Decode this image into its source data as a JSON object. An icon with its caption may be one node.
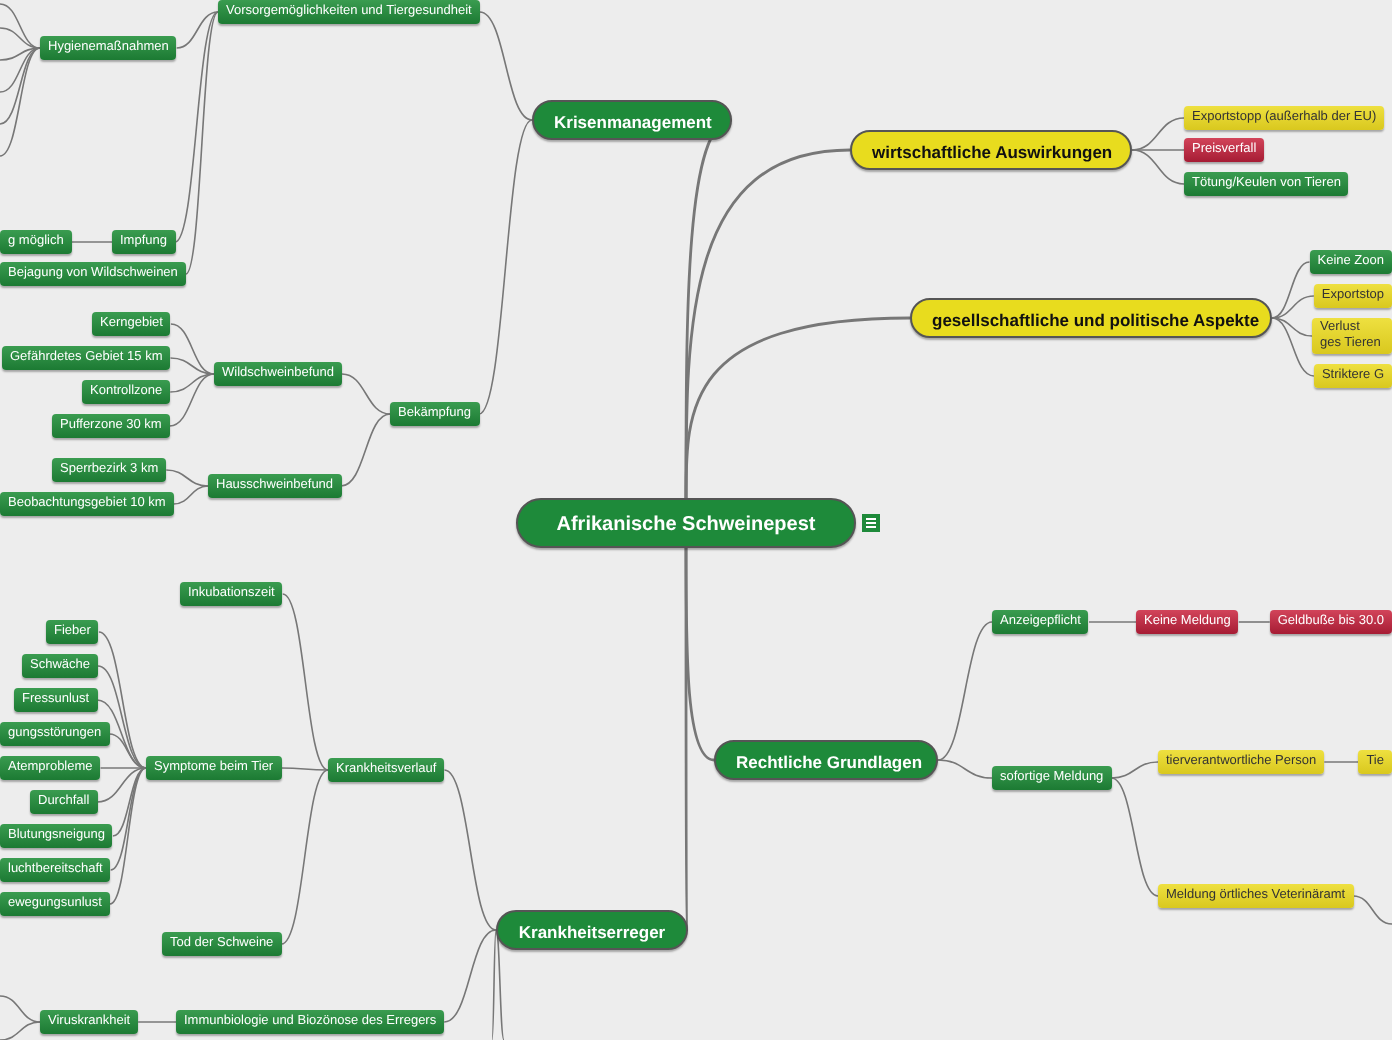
{
  "diagram": {
    "nodes": [
      {
        "text": [
          "Afrikanische Schweinepest"
        ]
      },
      {
        "text": [
          "Krisenmanagement"
        ]
      },
      {
        "text": [
          "Vorsorgemöglichkeiten und Tiergesundheit"
        ]
      },
      {
        "text": [
          "Hygienemaßnahmen"
        ]
      },
      {
        "text": [
          "Impfung"
        ]
      },
      {
        "text": [
          "g möglich"
        ]
      },
      {
        "text": [
          "Bejagung von Wildschweinen"
        ]
      },
      {
        "text": [
          "Bekämpfung"
        ]
      },
      {
        "text": [
          "Wildschweinbefund"
        ]
      },
      {
        "text": [
          "Kerngebiet"
        ]
      },
      {
        "text": [
          "Gefährdetes Gebiet 15 km"
        ]
      },
      {
        "text": [
          "Kontrollzone"
        ]
      },
      {
        "text": [
          "Pufferzone 30 km"
        ]
      },
      {
        "text": [
          "Hausschweinbefund"
        ]
      },
      {
        "text": [
          "Sperrbezirk 3 km"
        ]
      },
      {
        "text": [
          "Beobachtungsgebiet 10 km"
        ]
      },
      {
        "text": [
          "wirtschaftliche Auswirkungen"
        ]
      },
      {
        "text": [
          "Exportstopp (außerhalb der EU)"
        ]
      },
      {
        "text": [
          "Preisverfall"
        ]
      },
      {
        "text": [
          "Tötung/Keulen von Tieren"
        ]
      },
      {
        "text": [
          "gesellschaftliche und politische Aspekte"
        ]
      },
      {
        "text": [
          "Keine Zoon"
        ]
      },
      {
        "text": [
          "Exportstop"
        ]
      },
      {
        "text": [
          "Verlust ges Tieren"
        ]
      },
      {
        "text": [
          "Striktere G"
        ]
      },
      {
        "text": [
          "Rechtliche Grundlagen"
        ]
      },
      {
        "text": [
          "Anzeigepflicht"
        ]
      },
      {
        "text": [
          "Keine Meldung"
        ]
      },
      {
        "text": [
          "Geldbuße bis 30.0"
        ]
      },
      {
        "text": [
          "sofortige Meldung"
        ]
      },
      {
        "text": [
          "tierverantwortliche Person"
        ]
      },
      {
        "text": [
          "Tie"
        ]
      },
      {
        "text": [
          "Meldung örtliches Veterinäramt"
        ]
      },
      {
        "text": [
          "Krankheitserreger"
        ]
      },
      {
        "text": [
          "Krankheitsverlauf"
        ]
      },
      {
        "text": [
          "Inkubationszeit"
        ]
      },
      {
        "text": [
          "Symptome beim Tier"
        ]
      },
      {
        "text": [
          "Fieber"
        ]
      },
      {
        "text": [
          "Schwäche"
        ]
      },
      {
        "text": [
          "Fressunlust"
        ]
      },
      {
        "text": [
          "gungsstörungen"
        ]
      },
      {
        "text": [
          "Atemprobleme"
        ]
      },
      {
        "text": [
          "Durchfall"
        ]
      },
      {
        "text": [
          "Blutungsneigung"
        ]
      },
      {
        "text": [
          "luchtbereitschaft"
        ]
      },
      {
        "text": [
          "ewegungsunlust"
        ]
      },
      {
        "text": [
          "Tod der Schweine"
        ]
      },
      {
        "text": [
          "Immunbiologie und Biozönose des Erregers"
        ]
      },
      {
        "text": [
          "Viruskrankheit"
        ]
      }
    ],
    "edges": [
      {
        "from": 0,
        "to": 1,
        "arrow": "none"
      },
      {
        "from": 0,
        "to": 16,
        "arrow": "none"
      },
      {
        "from": 0,
        "to": 20,
        "arrow": "none"
      },
      {
        "from": 0,
        "to": 25,
        "arrow": "none"
      },
      {
        "from": 0,
        "to": 33,
        "arrow": "none"
      },
      {
        "from": 1,
        "to": 2,
        "arrow": "none"
      },
      {
        "from": 1,
        "to": 7,
        "arrow": "none"
      },
      {
        "from": 2,
        "to": 3,
        "arrow": "none"
      },
      {
        "from": 2,
        "to": 4,
        "arrow": "none"
      },
      {
        "from": 2,
        "to": 6,
        "arrow": "none"
      },
      {
        "from": 4,
        "to": 5,
        "arrow": "none"
      },
      {
        "from": 7,
        "to": 8,
        "arrow": "none"
      },
      {
        "from": 7,
        "to": 13,
        "arrow": "none"
      },
      {
        "from": 8,
        "to": 9,
        "arrow": "none"
      },
      {
        "from": 8,
        "to": 10,
        "arrow": "none"
      },
      {
        "from": 8,
        "to": 11,
        "arrow": "none"
      },
      {
        "from": 8,
        "to": 12,
        "arrow": "none"
      },
      {
        "from": 13,
        "to": 14,
        "arrow": "none"
      },
      {
        "from": 13,
        "to": 15,
        "arrow": "none"
      },
      {
        "from": 16,
        "to": 17,
        "arrow": "none"
      },
      {
        "from": 16,
        "to": 18,
        "arrow": "none"
      },
      {
        "from": 16,
        "to": 19,
        "arrow": "none"
      },
      {
        "from": 20,
        "to": 21,
        "arrow": "none"
      },
      {
        "from": 20,
        "to": 22,
        "arrow": "none"
      },
      {
        "from": 20,
        "to": 23,
        "arrow": "none"
      },
      {
        "from": 20,
        "to": 24,
        "arrow": "none"
      },
      {
        "from": 25,
        "to": 26,
        "arrow": "none"
      },
      {
        "from": 25,
        "to": 29,
        "arrow": "none"
      },
      {
        "from": 26,
        "to": 27,
        "arrow": "none"
      },
      {
        "from": 27,
        "to": 28,
        "arrow": "none"
      },
      {
        "from": 29,
        "to": 30,
        "arrow": "none"
      },
      {
        "from": 29,
        "to": 32,
        "arrow": "none"
      },
      {
        "from": 30,
        "to": 31,
        "arrow": "none"
      },
      {
        "from": 33,
        "to": 34,
        "arrow": "none"
      },
      {
        "from": 33,
        "to": 47,
        "arrow": "none"
      },
      {
        "from": 34,
        "to": 35,
        "arrow": "none"
      },
      {
        "from": 34,
        "to": 36,
        "arrow": "none"
      },
      {
        "from": 34,
        "to": 46,
        "arrow": "none"
      },
      {
        "from": 36,
        "to": 37,
        "arrow": "none"
      },
      {
        "from": 36,
        "to": 38,
        "arrow": "none"
      },
      {
        "from": 36,
        "to": 39,
        "arrow": "none"
      },
      {
        "from": 36,
        "to": 40,
        "arrow": "none"
      },
      {
        "from": 36,
        "to": 41,
        "arrow": "none"
      },
      {
        "from": 36,
        "to": 42,
        "arrow": "none"
      },
      {
        "from": 36,
        "to": 43,
        "arrow": "none"
      },
      {
        "from": 36,
        "to": 44,
        "arrow": "none"
      },
      {
        "from": 36,
        "to": 45,
        "arrow": "none"
      },
      {
        "from": 47,
        "to": 48,
        "arrow": "none"
      },
      {
        "from": 3,
        "to": null,
        "arrow": "none"
      },
      {
        "from": 3,
        "to": null,
        "arrow": "none"
      },
      {
        "from": 3,
        "to": null,
        "arrow": "none"
      },
      {
        "from": 3,
        "to": null,
        "arrow": "none"
      },
      {
        "from": 3,
        "to": null,
        "arrow": "none"
      },
      {
        "from": 3,
        "to": null,
        "arrow": "none"
      },
      {
        "from": 48,
        "to": null,
        "arrow": "none"
      },
      {
        "from": 48,
        "to": null,
        "arrow": "none"
      },
      {
        "from": 33,
        "to": null,
        "arrow": "none"
      },
      {
        "from": 33,
        "to": null,
        "arrow": "none"
      },
      {
        "from": 32,
        "to": null,
        "arrow": "none"
      }
    ]
  }
}
